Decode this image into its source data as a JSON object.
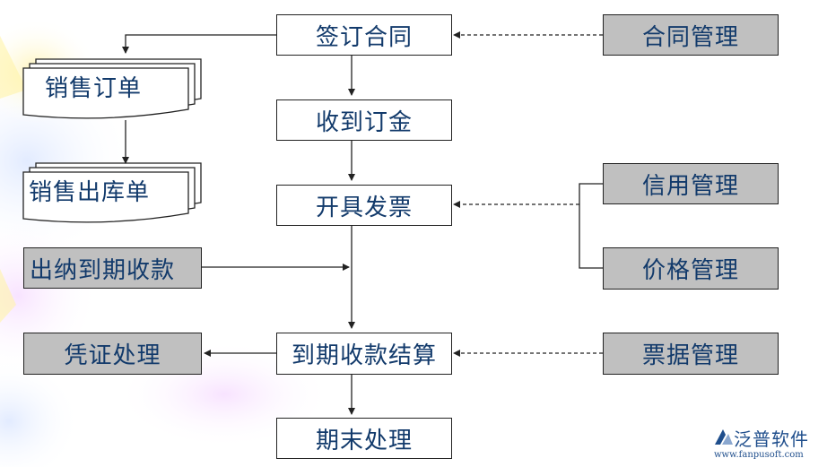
{
  "process": {
    "sign_contract": "签订合同",
    "receive_deposit": "收到订金",
    "issue_invoice": "开具发票",
    "due_settlement": "到期收款结算",
    "period_end": "期末处理"
  },
  "documents": {
    "sales_order": "销售订单",
    "sales_delivery": "销售出库单"
  },
  "modules": {
    "contract_mgmt": "合同管理",
    "credit_mgmt": "信用管理",
    "price_mgmt": "价格管理",
    "bill_mgmt": "票据管理",
    "cashier_due": "出纳到期收款",
    "voucher": "凭证处理"
  },
  "logo": {
    "name": "泛普软件",
    "url": "www.fanpusoft.com"
  },
  "colors": {
    "text": "#123a6b",
    "gray_box": "#c0c0c0",
    "line": "#222222"
  }
}
